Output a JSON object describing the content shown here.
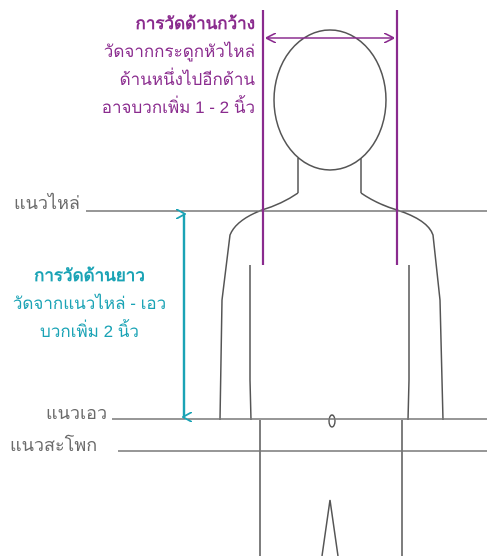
{
  "width_measure": {
    "title": "การวัดด้านกว้าง",
    "line1": "วัดจากกระดูกหัวไหล่",
    "line2": "ด้านหนึ่งไปอีกด้าน",
    "line3": "อาจบวกเพิ่ม 1 - 2 นิ้ว",
    "color": "#8a2b8e"
  },
  "length_measure": {
    "title": "การวัดด้านยาว",
    "line1": "วัดจากแนวไหล่ - เอว",
    "line2": "บวกเพิ่ม 2 นิ้ว",
    "color": "#1aa3b5"
  },
  "lines": {
    "shoulder": "แนวไหล่",
    "waist": "แนวเอว",
    "hip": "แนวสะโพก"
  },
  "colors": {
    "outline": "#555555",
    "guide": "#777777"
  }
}
